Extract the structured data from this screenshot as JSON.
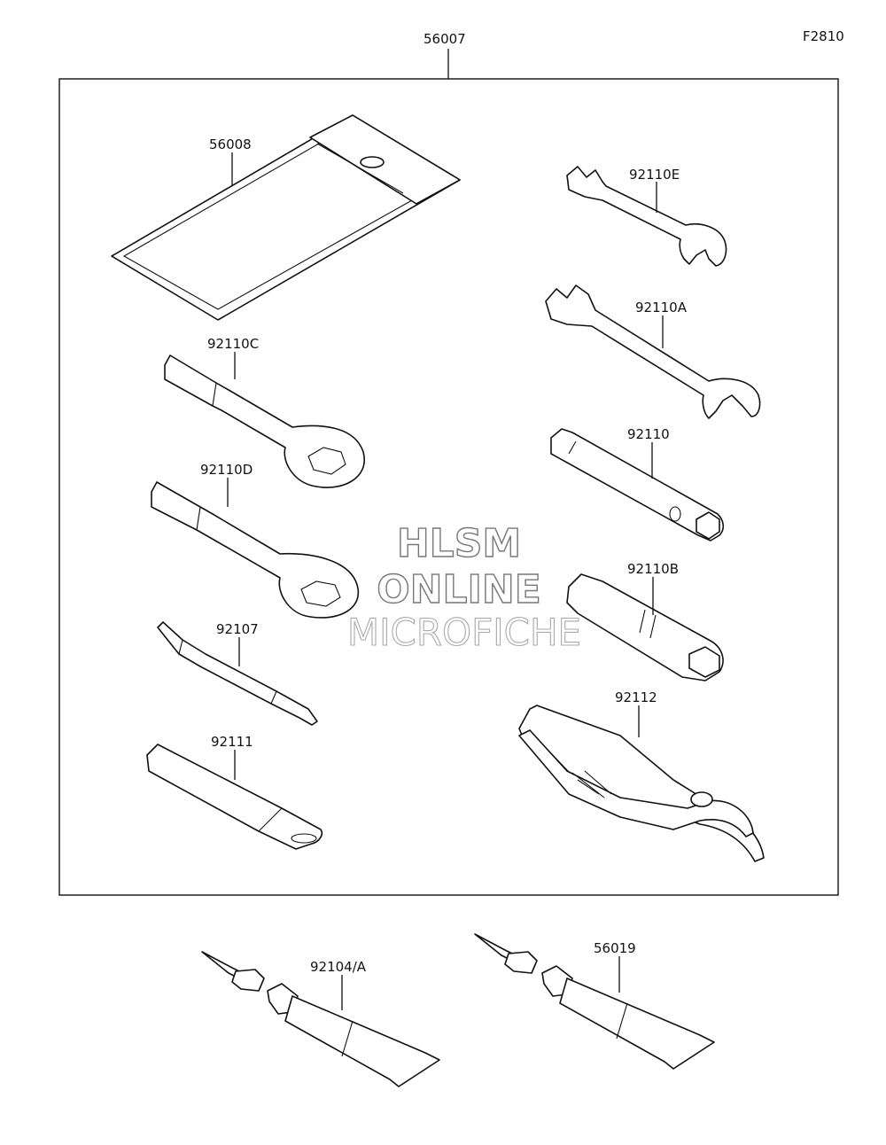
{
  "figure_code": "F2810",
  "labels": {
    "kit": "56007",
    "case": "56008",
    "ring_wrench_c": "92110C",
    "ring_wrench_d": "92110D",
    "screwdriver": "92107",
    "extension": "92111",
    "open_wrench_e": "92110E",
    "open_wrench_a": "92110A",
    "box_wrench": "92110",
    "box_wrench_b": "92110B",
    "pliers": "92112",
    "tube_a": "92104/A",
    "tube_b": "56019"
  },
  "watermark": {
    "line1": "HLSM",
    "line2": "ONLINE",
    "line3": "MICROFICHE"
  }
}
